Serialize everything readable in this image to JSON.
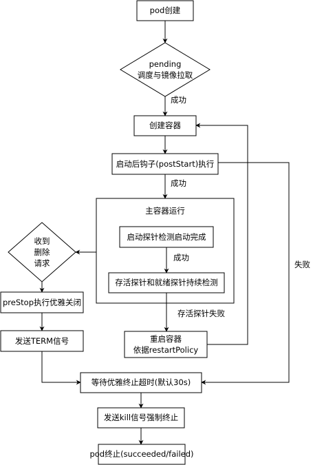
{
  "nodes": {
    "pod_create": "pod创建",
    "pending_line1": "pending",
    "pending_line2": "调度与镜像拉取",
    "create_container": "创建容器",
    "post_start": "启动后钩子(postStart)执行",
    "main_container": "主容器运行",
    "startup_probe": "启动探针检测启动完成",
    "liveness_readiness": "存活探针和就绪探针持续检测",
    "delete_line1": "收到",
    "delete_line2": "删除",
    "delete_line3": "请求",
    "prestop": "preStop执行优雅关闭",
    "send_term": "发送TERM信号",
    "restart_line1": "重启容器",
    "restart_line2": "依据restartPolicy",
    "wait_grace": "等待优雅终止超时(默认30s)",
    "send_kill": "发送kill信号强制终止",
    "pod_end": "pod终止(succeeded/failed)"
  },
  "edge_labels": {
    "success_1": "成功",
    "success_2": "成功",
    "success_3": "成功",
    "failure": "失败",
    "liveness_fail": "存活探针失败"
  },
  "colors": {
    "stroke": "#000000",
    "fill": "#ffffff",
    "text": "#000000"
  }
}
